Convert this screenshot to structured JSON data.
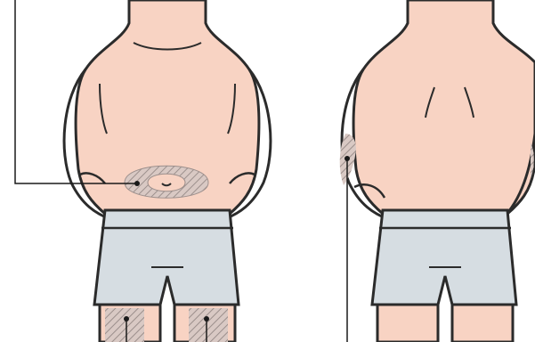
{
  "colors": {
    "skin": "#f8d3c3",
    "skin_shade": "#f1b9a4",
    "outline": "#2b2b2b",
    "shorts": "#d6dde2",
    "shorts_shade": "#c3ccd3",
    "zone_fill": "#d9c9c4",
    "zone_hatch": "#9c8f8c",
    "pointer_line": "#1a1a1a"
  },
  "figures": [
    {
      "view": "front",
      "icon": "front-body-icon"
    },
    {
      "view": "back",
      "icon": "back-body-icon"
    }
  ],
  "injection_zones": [
    {
      "id": "abdomen",
      "view": "front",
      "icon": "hatched-zone-icon"
    },
    {
      "id": "left-thigh",
      "view": "front",
      "icon": "hatched-zone-icon"
    },
    {
      "id": "right-thigh",
      "view": "front",
      "icon": "hatched-zone-icon"
    },
    {
      "id": "upper-arm",
      "view": "back",
      "icon": "hatched-zone-icon"
    }
  ],
  "pointers": [
    {
      "target": "abdomen"
    },
    {
      "target": "left-thigh"
    },
    {
      "target": "right-thigh"
    },
    {
      "target": "upper-arm"
    }
  ]
}
